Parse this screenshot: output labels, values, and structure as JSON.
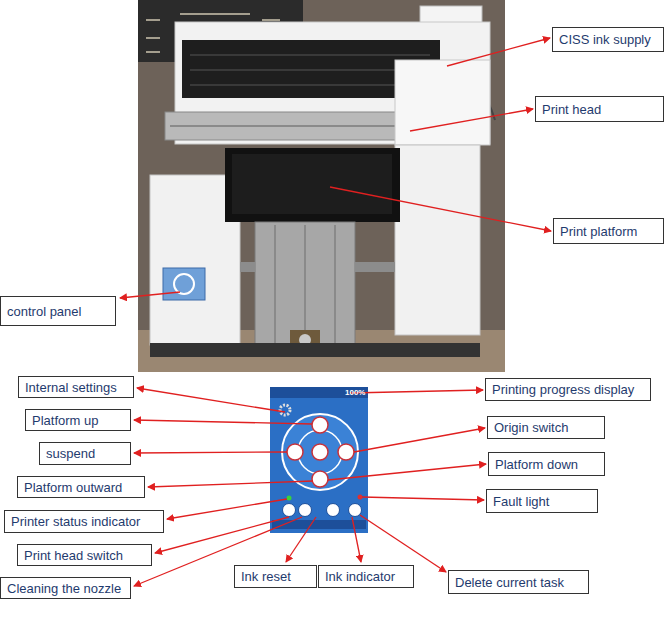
{
  "diagram": {
    "nodes": [
      {
        "text": [
          "CISS ink supply"
        ]
      },
      {
        "text": [
          "Print head"
        ]
      },
      {
        "text": [
          "Print platform"
        ]
      },
      {
        "text": [
          "control panel"
        ]
      },
      {
        "text": [
          "Internal settings"
        ]
      },
      {
        "text": [
          "Printing progress display"
        ]
      },
      {
        "text": [
          "Platform up"
        ]
      },
      {
        "text": [
          "Origin switch"
        ]
      },
      {
        "text": [
          "suspend"
        ]
      },
      {
        "text": [
          "Platform down"
        ]
      },
      {
        "text": [
          "Platform outward"
        ]
      },
      {
        "text": [
          "Fault light"
        ]
      },
      {
        "text": [
          "Printer status indicator"
        ]
      },
      {
        "text": [
          "Print head switch"
        ]
      },
      {
        "text": [
          "Ink reset"
        ]
      },
      {
        "text": [
          "Ink indicator"
        ]
      },
      {
        "text": [
          "Delete current task"
        ]
      },
      {
        "text": [
          "Cleaning the nozzle"
        ]
      }
    ],
    "labels": [
      "100%"
    ]
  }
}
